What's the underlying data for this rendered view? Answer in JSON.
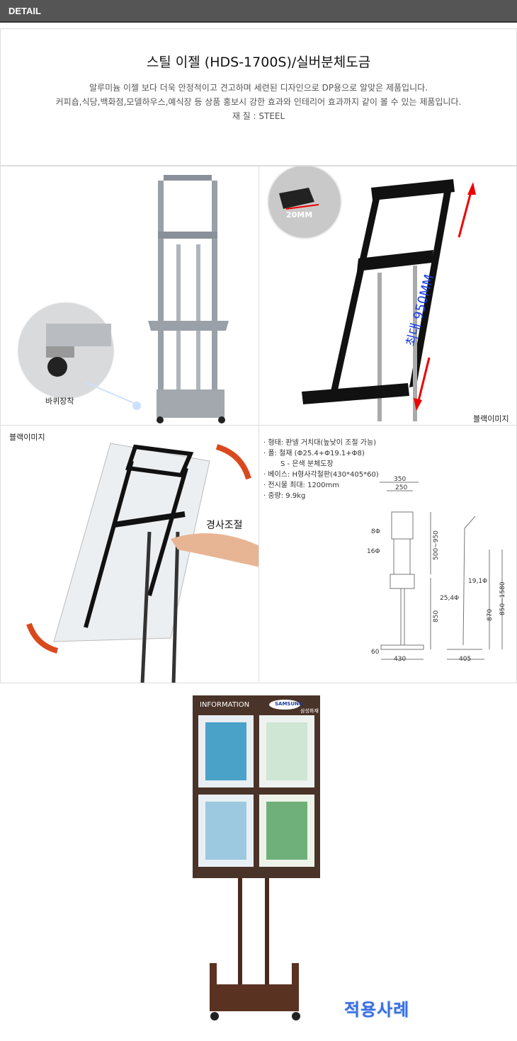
{
  "header": {
    "label": "DETAIL"
  },
  "intro": {
    "title": "스틸 이젤 (HDS-1700S)/실버분체도금",
    "lines": [
      "알루미늄 이젤 보다 더욱 안정적이고 견고하며 세련된 디자인으로 DP용으로 알맞은 제품입니다.",
      "커피숍,식당,백화점,모델하우스,예식장 등 상품 홍보시 강한 효과와 인테리어 효과까지 같이 볼 수 있는 제품입니다.",
      "재 질 : STEEL"
    ]
  },
  "panels": {
    "wheel_label": "바퀴장착",
    "size_label": "20MM",
    "max_label": "최대 950MM",
    "black_label_1": "블랙이미지",
    "black_label_2": "블랙이미지",
    "tilt_label": "경사조절"
  },
  "specs": [
    "· 형태: 판넬 거치대(높낮이 조절 가능)",
    "· 폴: 철재 (Φ25.4+Φ19.1+Φ8)",
    "S - 은색 분체도장",
    "· 베이스: H형사각철판(430*405*60)",
    "· 전시물 최대: 1200mm",
    "· 중량: 9.9kg"
  ],
  "dimensions": {
    "top_outer": "350",
    "top_inner": "250",
    "d8": "8Φ",
    "d16": "16Φ",
    "range": "500~950",
    "lower": "850",
    "base_h": "60",
    "base_w": "430",
    "d19": "19,1Φ",
    "d25": "25,4Φ",
    "h870": "870",
    "h_total": "850~1580",
    "depth": "405"
  },
  "example": {
    "board_title": "INFORMATION",
    "brand": "SAMSUNG",
    "brand_sub": "삼성화재",
    "caption": "적용사례"
  },
  "colors": {
    "header": "#555555",
    "caption": "#3a6fe0",
    "board": "#4a3328"
  }
}
